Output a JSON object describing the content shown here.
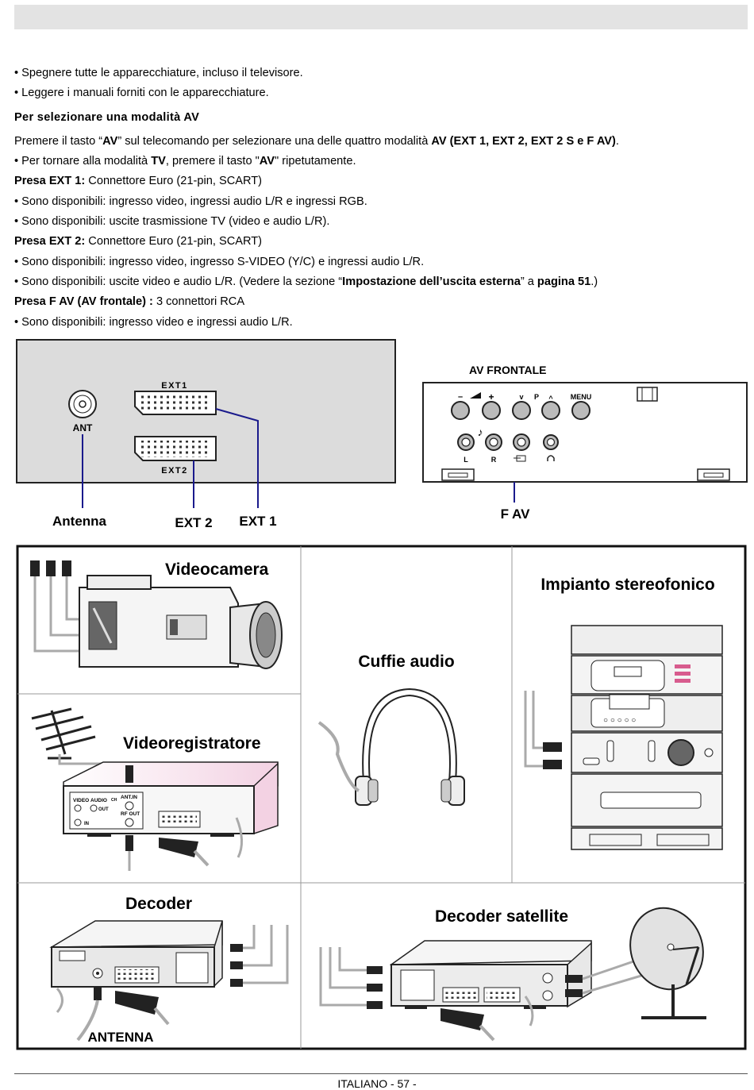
{
  "body": {
    "bullet1": "• Spegnere tutte le apparecchiature, incluso il televisore.",
    "bullet2": "• Leggere i manuali forniti con le apparecchiature.",
    "heading": "Per selezionare una modalità AV",
    "intro_a": "Premere il tasto “",
    "intro_b": "AV",
    "intro_c": "” sul telecomando per selezionare una delle quattro modalità ",
    "intro_d": "AV (EXT 1, EXT 2, EXT 2 S e F AV)",
    "intro_e": ".",
    "return_a": "• Per tornare alla modalità ",
    "return_b": "TV",
    "return_c": ", premere il tasto \"",
    "return_d": "AV",
    "return_e": "\" ripetutamente.",
    "ext1_head": "Presa EXT 1:",
    "ext1_desc": " Connettore Euro (21-pin, SCART)",
    "ext1_b1": "• Sono disponibili: ingresso video, ingressi audio L/R e ingressi RGB.",
    "ext1_b2": "• Sono disponibili: uscite trasmissione TV (video e audio L/R).",
    "ext2_head": "Presa EXT 2:",
    "ext2_desc": " Connettore Euro (21-pin, SCART)",
    "ext2_b1": "• Sono disponibili: ingresso video, ingresso S-VIDEO (Y/C) e ingressi audio L/R.",
    "ext2_b2_a": "• Sono disponibili: uscite video e audio L/R. (Vedere la sezione “",
    "ext2_b2_b": "Impostazione dell’uscita esterna",
    "ext2_b2_c": "” a ",
    "ext2_b2_d": "pagina 51",
    "ext2_b2_e": ".)",
    "fav_head": "Presa F AV (AV frontale) :",
    "fav_desc": " 3 connettori RCA",
    "fav_b1": "• Sono disponibili: ingresso video e ingressi audio L/R."
  },
  "rear_panel": {
    "ext1_label": "EXT1",
    "ant_label": "ANT",
    "ext2_label": "EXT2",
    "callout_antenna": "Antenna",
    "callout_ext2": "EXT 2",
    "callout_ext1": "EXT 1"
  },
  "front_panel": {
    "title": "AV FRONTALE",
    "minus": "–",
    "plus": "+",
    "p_down": "v",
    "p_label": "P",
    "p_up": "^",
    "menu": "MENU",
    "music_note": "♪",
    "l": "L",
    "r": "R",
    "callout_fav": "F AV"
  },
  "devices": {
    "videocamera": "Videocamera",
    "videoregistratore": "Videoregistratore",
    "cuffie": "Cuffie audio",
    "stereo": "Impianto stereofonico",
    "decoder": "Decoder",
    "antenna": "ANTENNA",
    "decoder_sat": "Decoder satellite",
    "vcr_video": "VIDEO",
    "vcr_audio": "AUDIO",
    "vcr_out": "OUT",
    "vcr_in": "IN",
    "vcr_antin": "ANT.IN",
    "vcr_rfout": "RF OUT",
    "vcr_ch": "CH"
  },
  "footer": {
    "text": "ITALIANO  - 57 -"
  }
}
